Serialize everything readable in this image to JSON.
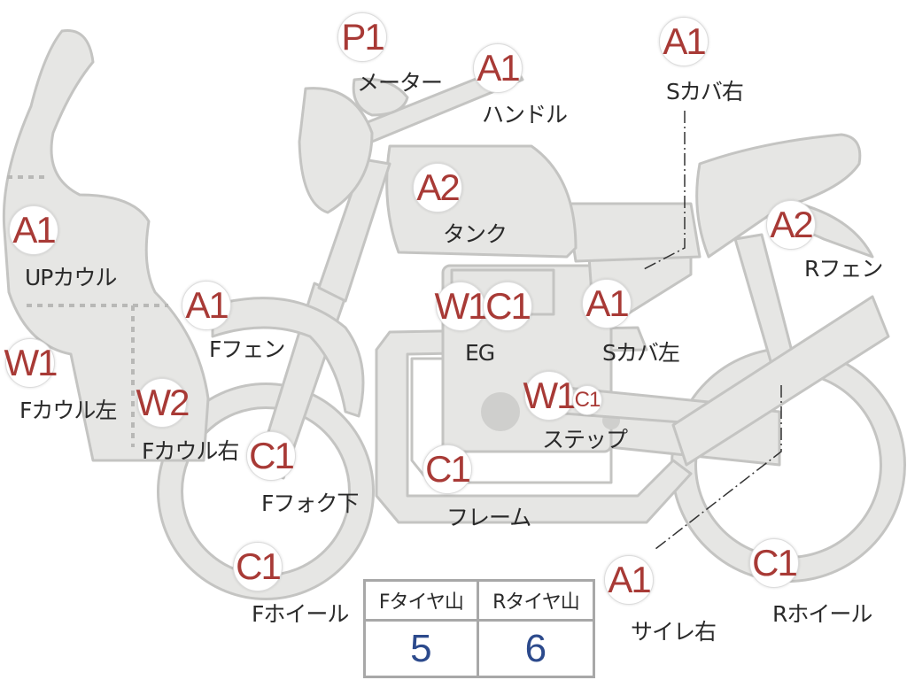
{
  "parts": [
    {
      "id": "meter",
      "grade": "P1",
      "label": "メーター"
    },
    {
      "id": "handle",
      "grade": "A1",
      "label": "ハンドル"
    },
    {
      "id": "s-cover-right",
      "grade": "A1",
      "label": "Sカバ右"
    },
    {
      "id": "tank",
      "grade": "A2",
      "label": "タンク"
    },
    {
      "id": "up-cowl",
      "grade": "A1",
      "label": "UPカウル"
    },
    {
      "id": "r-fender",
      "grade": "A2",
      "label": "Rフェン"
    },
    {
      "id": "f-fender",
      "grade": "A1",
      "label": "Fフェン"
    },
    {
      "id": "engine",
      "grade": [
        "W1",
        "C1"
      ],
      "label": "EG"
    },
    {
      "id": "s-cover-left",
      "grade": "A1",
      "label": "Sカバ左"
    },
    {
      "id": "f-cowl-left",
      "grade": "W1",
      "label": "Fカウル左"
    },
    {
      "id": "f-cowl-right",
      "grade": "W2",
      "label": "Fカウル右"
    },
    {
      "id": "step",
      "grade": [
        "W1",
        "C1"
      ],
      "label": "ステップ"
    },
    {
      "id": "f-fork-lower",
      "grade": "C1",
      "label": "Fフォク下"
    },
    {
      "id": "frame",
      "grade": "C1",
      "label": "フレーム"
    },
    {
      "id": "f-wheel",
      "grade": "C1",
      "label": "Fホイール"
    },
    {
      "id": "silencer-right",
      "grade": "A1",
      "label": "サイレ右"
    },
    {
      "id": "r-wheel",
      "grade": "C1",
      "label": "Rホイール"
    }
  ],
  "tire_table": {
    "headers": [
      "Fタイヤ山",
      "Rタイヤ山"
    ],
    "values": [
      "5",
      "6"
    ]
  },
  "colors": {
    "grade_text": "#a83a36",
    "tire_value": "#2c4a8c",
    "body_fill": "#e6e6e4",
    "body_stroke": "#c4c4c2"
  }
}
